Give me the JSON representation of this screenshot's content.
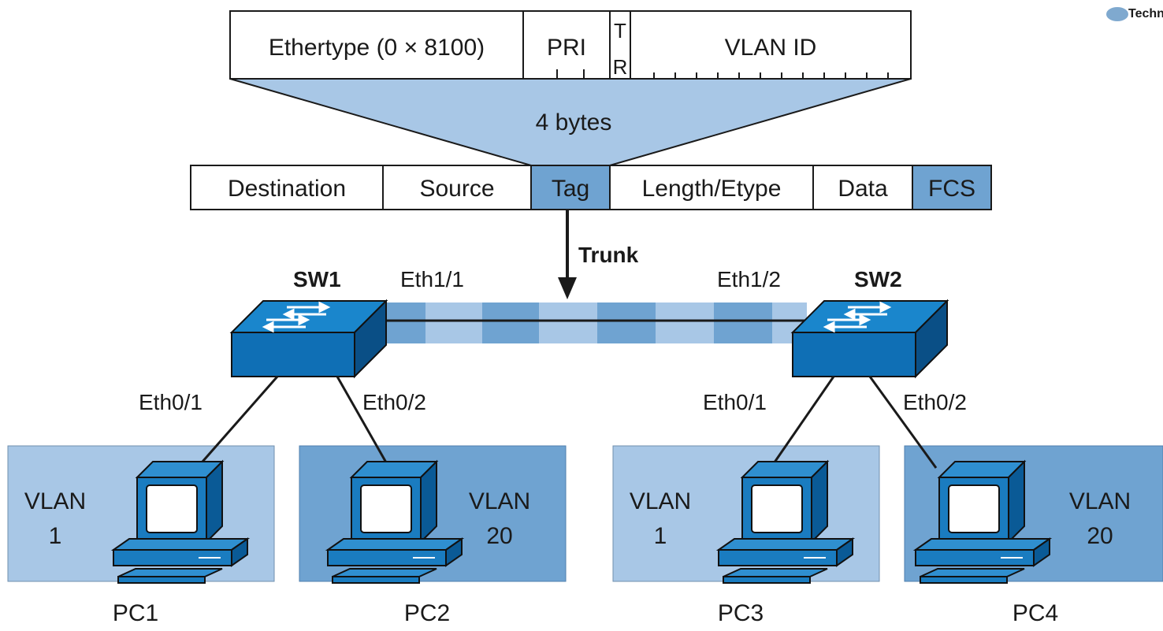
{
  "watermark": {
    "text": "Technet"
  },
  "tag_header": {
    "ethertype": "Ethertype (0 × 8100)",
    "pri": "PRI",
    "tr_top": "T",
    "tr_bottom": "R",
    "vlan_id": "VLAN ID",
    "size": "4 bytes"
  },
  "frame": {
    "fields": [
      "Destination",
      "Source",
      "Tag",
      "Length/Etype",
      "Data",
      "FCS"
    ]
  },
  "trunk_label": "Trunk",
  "switches": {
    "sw1": {
      "name": "SW1",
      "trunk_port": "Eth1/1",
      "port_a": "Eth0/1",
      "port_b": "Eth0/2"
    },
    "sw2": {
      "name": "SW2",
      "trunk_port": "Eth1/2",
      "port_a": "Eth0/1",
      "port_b": "Eth0/2"
    }
  },
  "pcs": [
    {
      "name": "PC1",
      "vlan_word": "VLAN",
      "vlan_num": "1"
    },
    {
      "name": "PC2",
      "vlan_word": "VLAN",
      "vlan_num": "20"
    },
    {
      "name": "PC3",
      "vlan_word": "VLAN",
      "vlan_num": "1"
    },
    {
      "name": "PC4",
      "vlan_word": "VLAN",
      "vlan_num": "20"
    }
  ],
  "colors": {
    "light_blue": "#a8c7e6",
    "mid_blue": "#6fa3d1",
    "switch_blue": "#0f6fb5",
    "switch_top": "#1a86cc",
    "switch_side": "#0a4f86",
    "line": "#1a1a1a"
  }
}
